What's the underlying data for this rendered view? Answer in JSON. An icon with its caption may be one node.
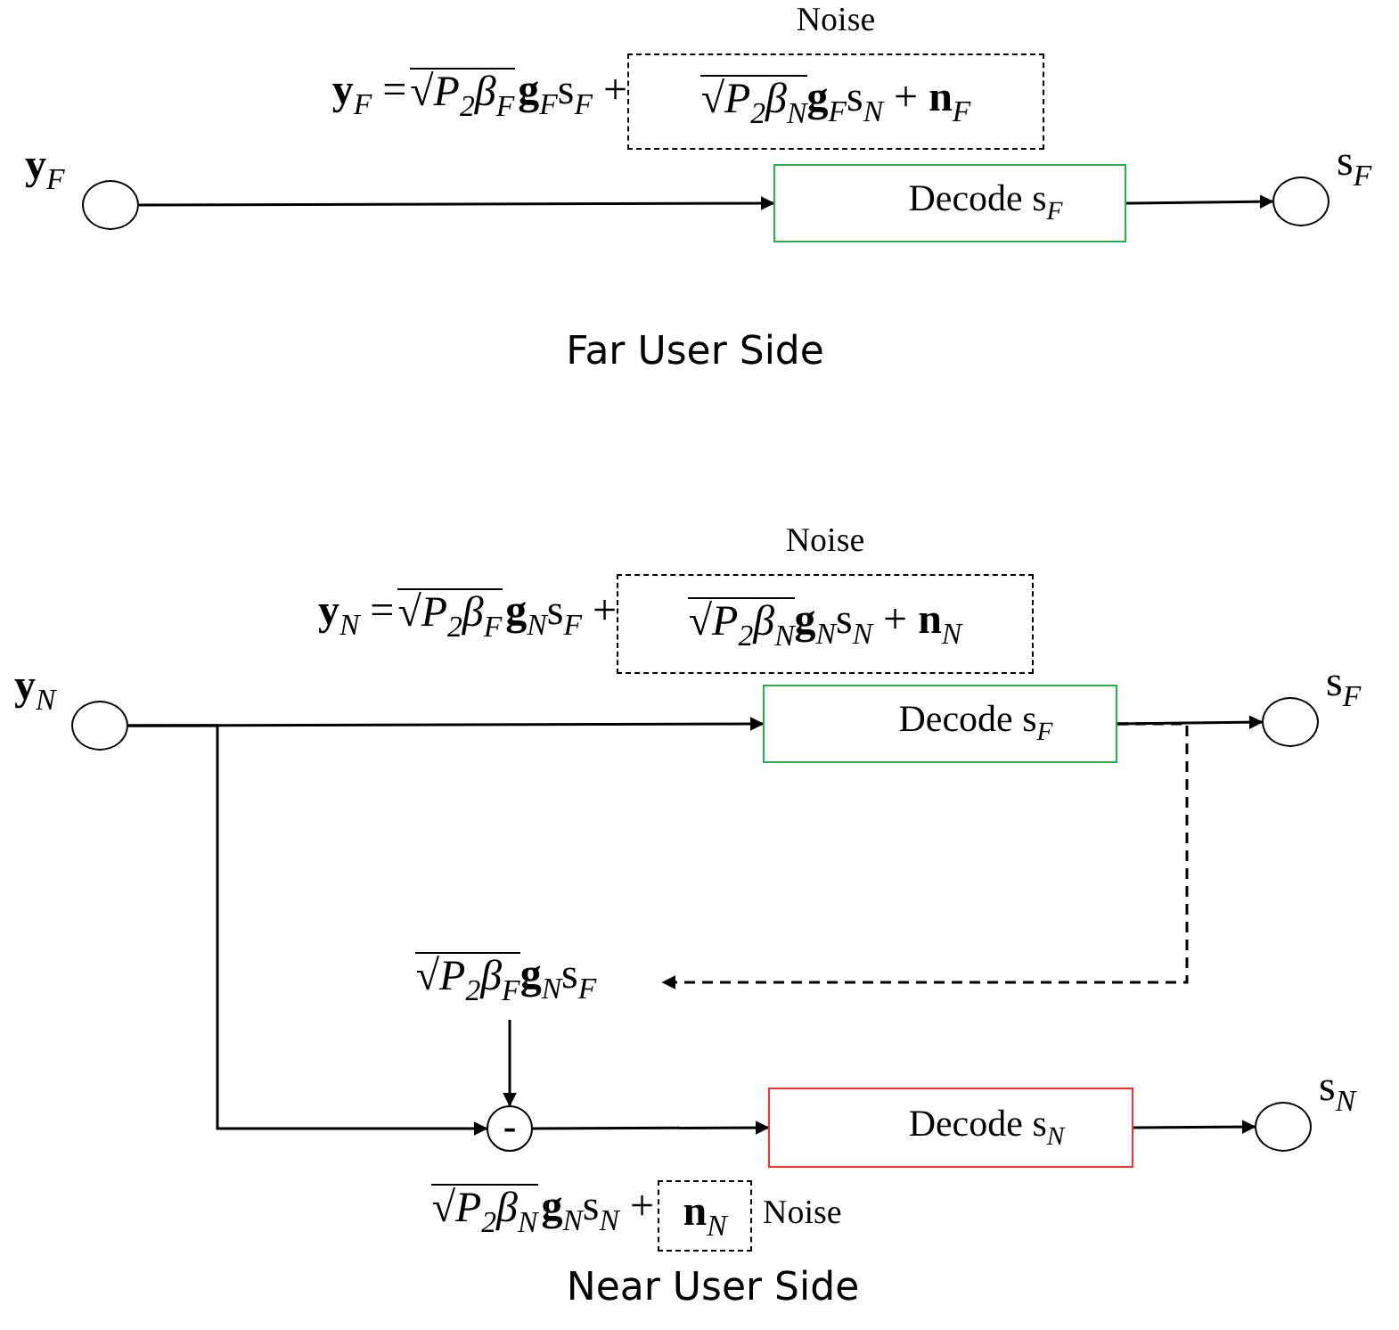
{
  "diagram": {
    "nodes": [
      {
        "text": [],
        "shape": "circle",
        "beside": [
          "**y**$_{F}$"
        ]
      },
      {
        "text": [
          "Decode s$_{F}$"
        ]
      },
      {
        "text": [],
        "shape": "circle",
        "beside": [
          "s$_{F}$"
        ]
      },
      {
        "text": [
          "Noise",
          "√*P*$_{2}$*β*$_{N}$",
          "**g**$_{F}$s$_{N}$ + **n**$_{F}$"
        ]
      },
      {
        "text": [],
        "shape": "circle",
        "beside": [
          "**y**$_{N}$"
        ]
      },
      {
        "text": [
          "Decode s$_{F}$"
        ]
      },
      {
        "text": [],
        "shape": "circle",
        "beside": [
          "s$_{F}$"
        ]
      },
      {
        "text": [
          "Noise",
          "√*P*$_{2}$*β*$_{N}$",
          "**g**$_{N}$s$_{N}$ + **n**$_{N}$"
        ]
      },
      {
        "text": [
          "√*P*$_{2}$*β*$_{F}$",
          "**g**$_{N}$s$_{F}$"
        ]
      },
      {
        "text": [
          "-"
        ]
      },
      {
        "text": [
          "Decode s$_{N}$"
        ]
      },
      {
        "text": [],
        "shape": "circle",
        "beside": [
          "s$_{N}$"
        ]
      },
      {
        "text": [
          "**n**$_{N}$"
        ],
        "beside": [
          "Noise"
        ]
      }
    ],
    "edges": [
      {
        "from": 0,
        "to": 1,
        "arrow": "to"
      },
      {
        "from": 1,
        "to": 2,
        "arrow": "to"
      },
      {
        "from": 4,
        "to": 5,
        "arrow": "to"
      },
      {
        "from": 5,
        "to": 6,
        "arrow": "to"
      },
      {
        "from": 4,
        "to": 9,
        "arrow": "to"
      },
      {
        "from": 5,
        "to": 8,
        "arrow": "to",
        "style": "dashed"
      },
      {
        "from": 8,
        "to": 9,
        "arrow": "to"
      },
      {
        "from": 9,
        "to": 10,
        "arrow": "to"
      },
      {
        "from": 10,
        "to": 11,
        "arrow": "to"
      }
    ],
    "labels": [
      "**y**$_{F}$ =",
      "√*P*$_{2}$*β*$_{F}$",
      "**g**$_{F}$s$_{F}$ +",
      "Far User Side",
      "**y**$_{N}$ =",
      "√*P*$_{2}$*β*$_{F}$",
      "**g**$_{N}$s$_{F}$ +",
      "√*P*$_{2}$*β*$_{N}$",
      "**g**$_{N}$s$_{N}$ +",
      "Near User Side"
    ]
  }
}
